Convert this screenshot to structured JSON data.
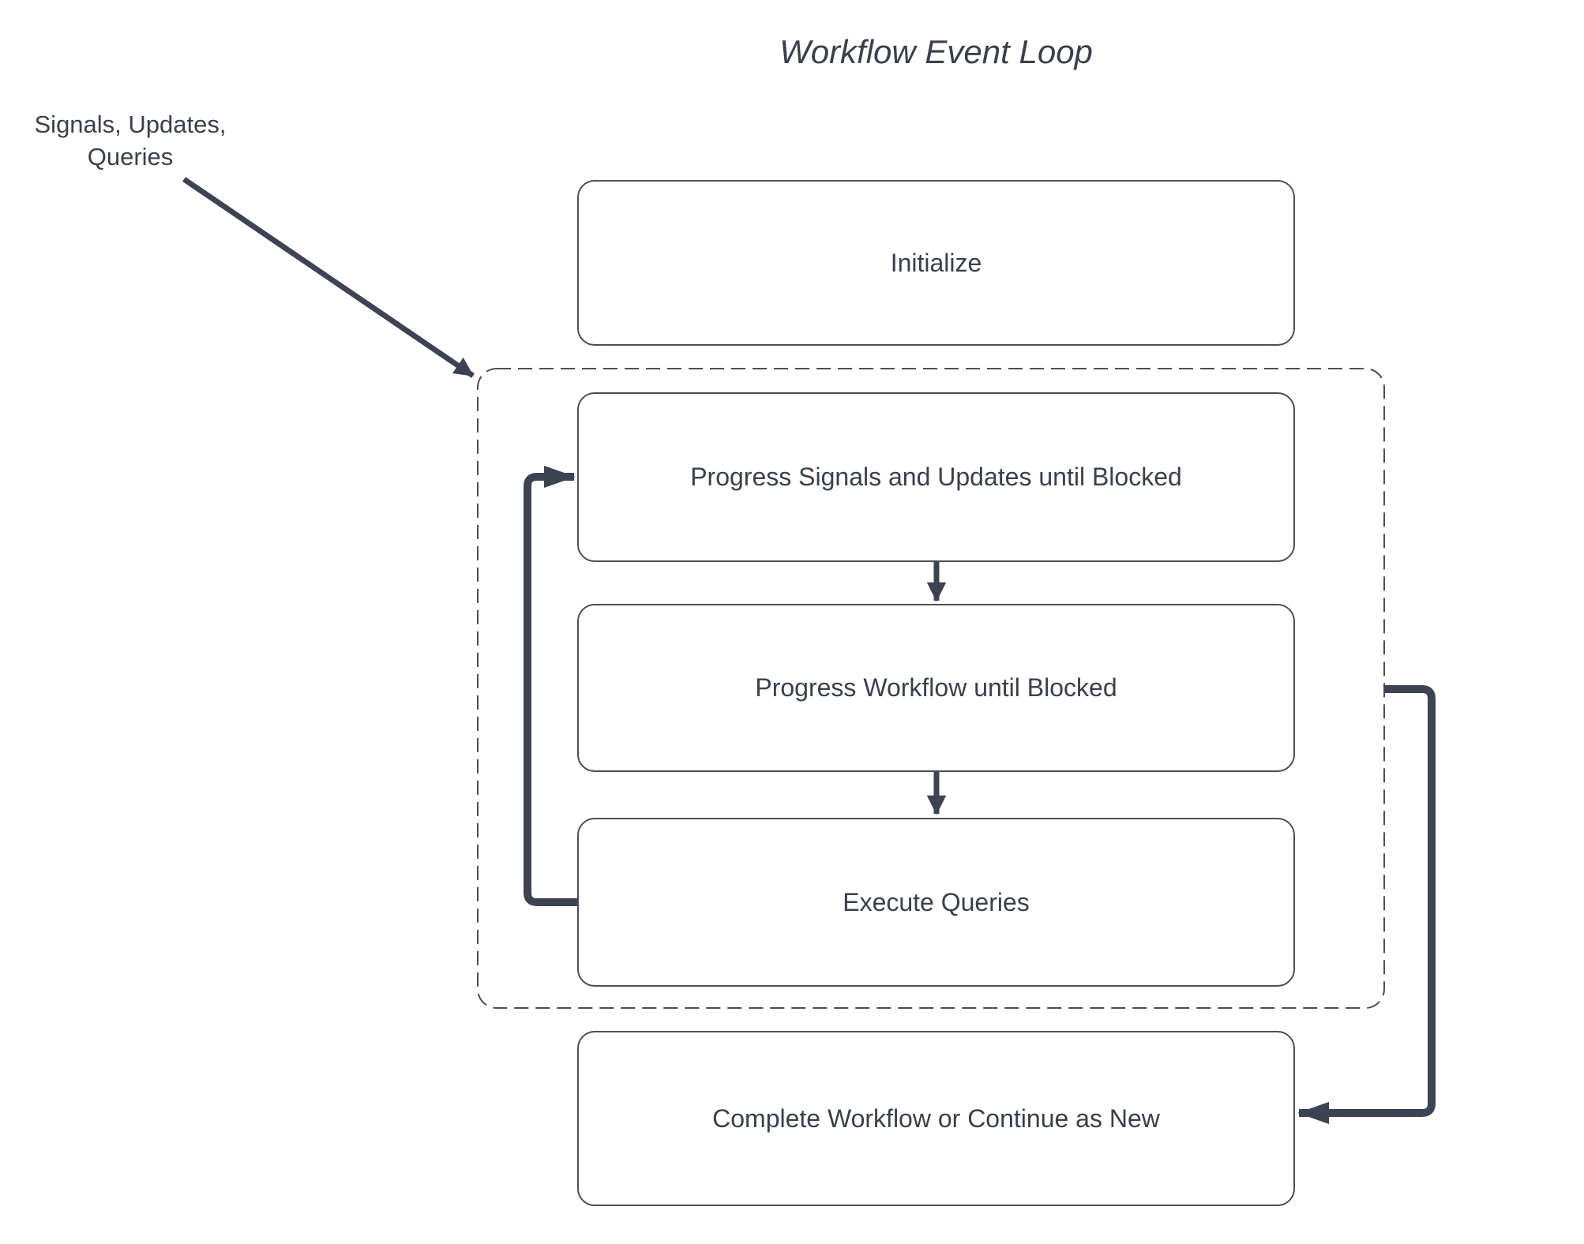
{
  "title": "Workflow Event Loop",
  "annotation": {
    "line1": "Signals, Updates,",
    "line2": "Queries"
  },
  "nodes": {
    "initialize": {
      "label": "Initialize"
    },
    "progress_signals": {
      "label": "Progress Signals and Updates until Blocked"
    },
    "progress_workflow": {
      "label": "Progress Workflow until Blocked"
    },
    "execute_queries": {
      "label": "Execute Queries"
    },
    "complete": {
      "label": "Complete Workflow or Continue as New"
    }
  },
  "edges": [
    {
      "from": "signals-updates-queries-annotation",
      "to": "event-loop-boundary"
    },
    {
      "from": "progress_signals",
      "to": "progress_workflow"
    },
    {
      "from": "progress_workflow",
      "to": "execute_queries"
    },
    {
      "from": "execute_queries",
      "to": "progress_signals"
    },
    {
      "from": "event-loop-boundary",
      "to": "complete"
    }
  ],
  "colors": {
    "arrow": "#3d4350",
    "border": "#4a4f57",
    "text": "#3a404b",
    "background": "#ffffff"
  }
}
